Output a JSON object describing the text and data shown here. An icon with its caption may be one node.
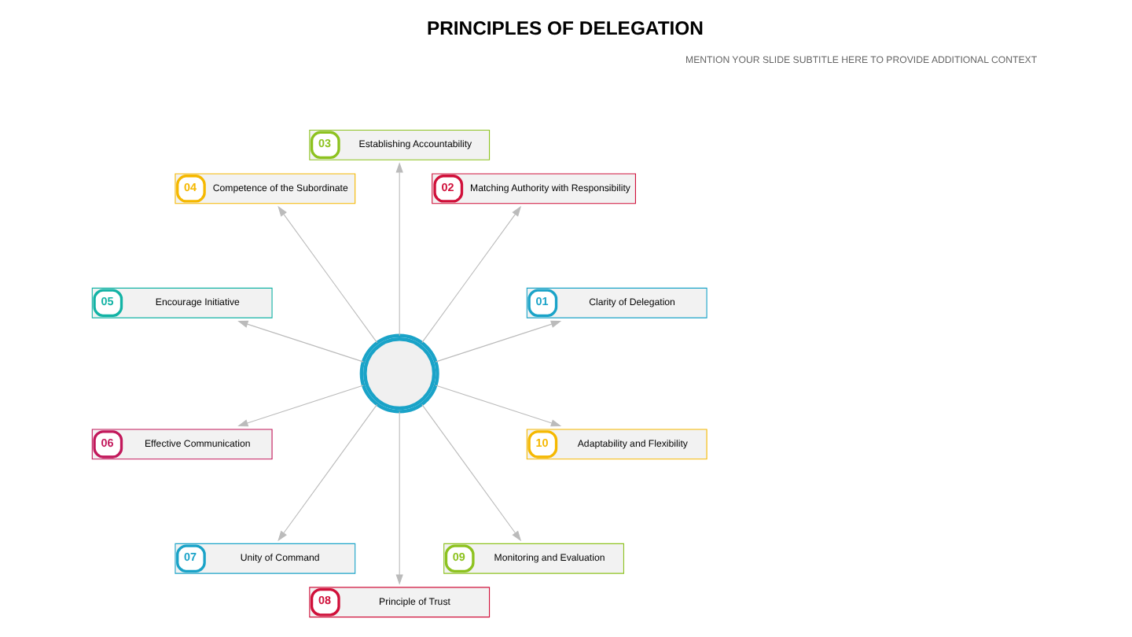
{
  "diagram": {
    "title": "PRINCIPLES OF DELEGATION",
    "nodes": [
      {
        "text": [],
        "shape": "picture"
      },
      {
        "text": [
          "01",
          "Clarity of Delegation"
        ]
      },
      {
        "text": [
          "02",
          "Matching Authority with Responsibility"
        ]
      },
      {
        "text": [
          "03",
          "Establishing Accountability"
        ]
      },
      {
        "text": [
          "04",
          "Competence of the Subordinate"
        ]
      },
      {
        "text": [
          "05",
          "Encourage Initiative"
        ]
      },
      {
        "text": [
          "06",
          "Effective Communication"
        ]
      },
      {
        "text": [
          "07",
          "Unity of Command"
        ]
      },
      {
        "text": [
          "08",
          "Principle of Trust"
        ]
      },
      {
        "text": [
          "09",
          "Monitoring and Evaluation"
        ]
      },
      {
        "text": [
          "10",
          "Adaptability and Flexibility"
        ]
      }
    ],
    "edges": [
      {
        "from": 0,
        "to": 1,
        "arrow": "to"
      },
      {
        "from": 0,
        "to": 2,
        "arrow": "to"
      },
      {
        "from": 0,
        "to": 3,
        "arrow": "to"
      },
      {
        "from": 0,
        "to": 4,
        "arrow": "to"
      },
      {
        "from": 0,
        "to": 5,
        "arrow": "to"
      },
      {
        "from": 0,
        "to": 6,
        "arrow": "to"
      },
      {
        "from": 0,
        "to": 7,
        "arrow": "to"
      },
      {
        "from": 0,
        "to": 8,
        "arrow": "to"
      },
      {
        "from": 0,
        "to": 9,
        "arrow": "to"
      },
      {
        "from": 0,
        "to": 10,
        "arrow": "to"
      }
    ],
    "labels": [
      "MENTION YOUR SLIDE SUBTITLE HERE TO PROVIDE ADDITIONAL CONTEXT"
    ]
  }
}
